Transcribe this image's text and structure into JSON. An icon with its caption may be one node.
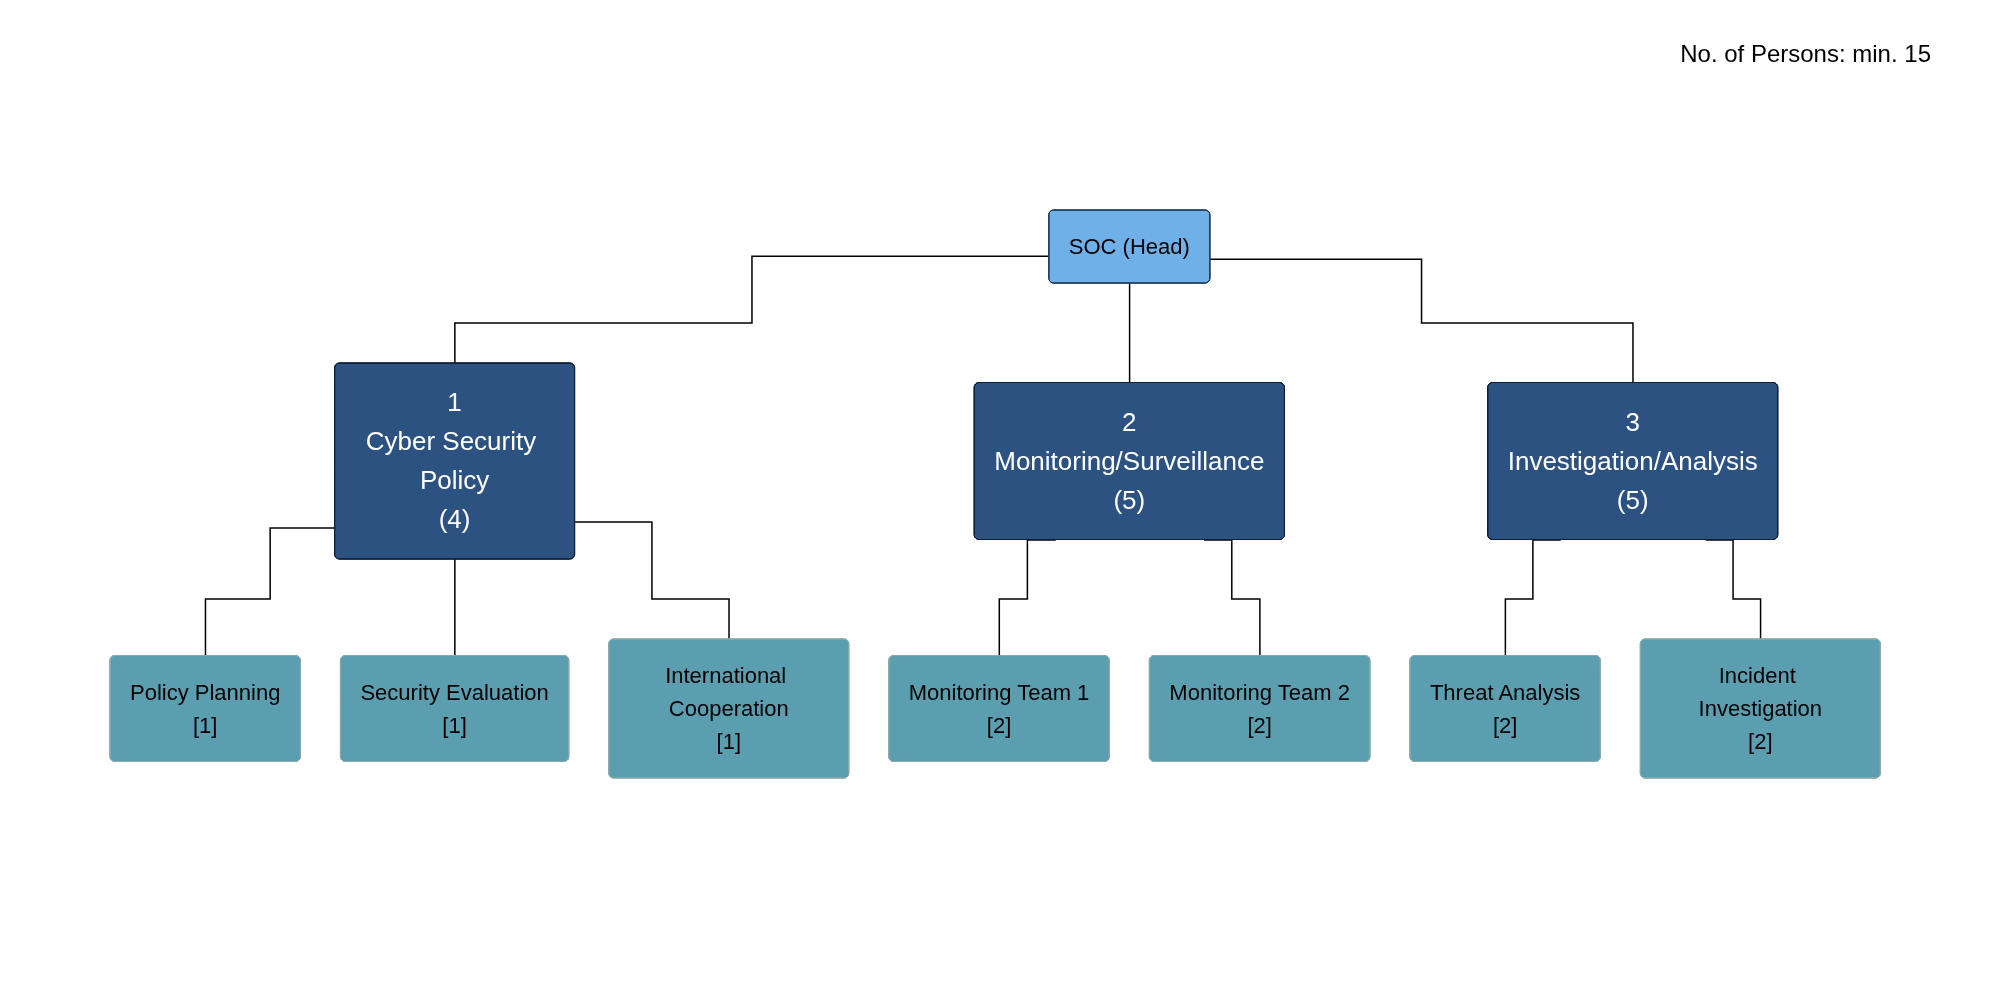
{
  "diagram": {
    "nodes": [
      {
        "text": [
          "SOC (Head)"
        ]
      },
      {
        "text": [
          "1",
          "Cyber Security Policy",
          "(4)"
        ]
      },
      {
        "text": [
          "2",
          "Monitoring/Surveillance",
          "(5)"
        ]
      },
      {
        "text": [
          "3",
          "Investigation/Analysis",
          "(5)"
        ]
      },
      {
        "text": [
          "Policy Planning",
          "[1]"
        ]
      },
      {
        "text": [
          "Security Evaluation",
          "[1]"
        ]
      },
      {
        "text": [
          "International Cooperation",
          "[1]"
        ]
      },
      {
        "text": [
          "Monitoring Team 1",
          "[2]"
        ]
      },
      {
        "text": [
          "Monitoring Team 2",
          "[2]"
        ]
      },
      {
        "text": [
          "Threat Analysis",
          "[2]"
        ]
      },
      {
        "text": [
          "Incident Investigation",
          "[2]"
        ]
      }
    ],
    "edges": [
      {
        "from": 0,
        "to": 1,
        "arrow": "none"
      },
      {
        "from": 0,
        "to": 2,
        "arrow": "none"
      },
      {
        "from": 0,
        "to": 3,
        "arrow": "none"
      },
      {
        "from": 1,
        "to": 4,
        "arrow": "none"
      },
      {
        "from": 1,
        "to": 5,
        "arrow": "none"
      },
      {
        "from": 1,
        "to": 6,
        "arrow": "none"
      },
      {
        "from": 2,
        "to": 7,
        "arrow": "none"
      },
      {
        "from": 2,
        "to": 8,
        "arrow": "none"
      },
      {
        "from": 3,
        "to": 9,
        "arrow": "none"
      },
      {
        "from": 3,
        "to": 10,
        "arrow": "none"
      }
    ],
    "labels": [
      "No. of Persons: min. 15"
    ]
  }
}
